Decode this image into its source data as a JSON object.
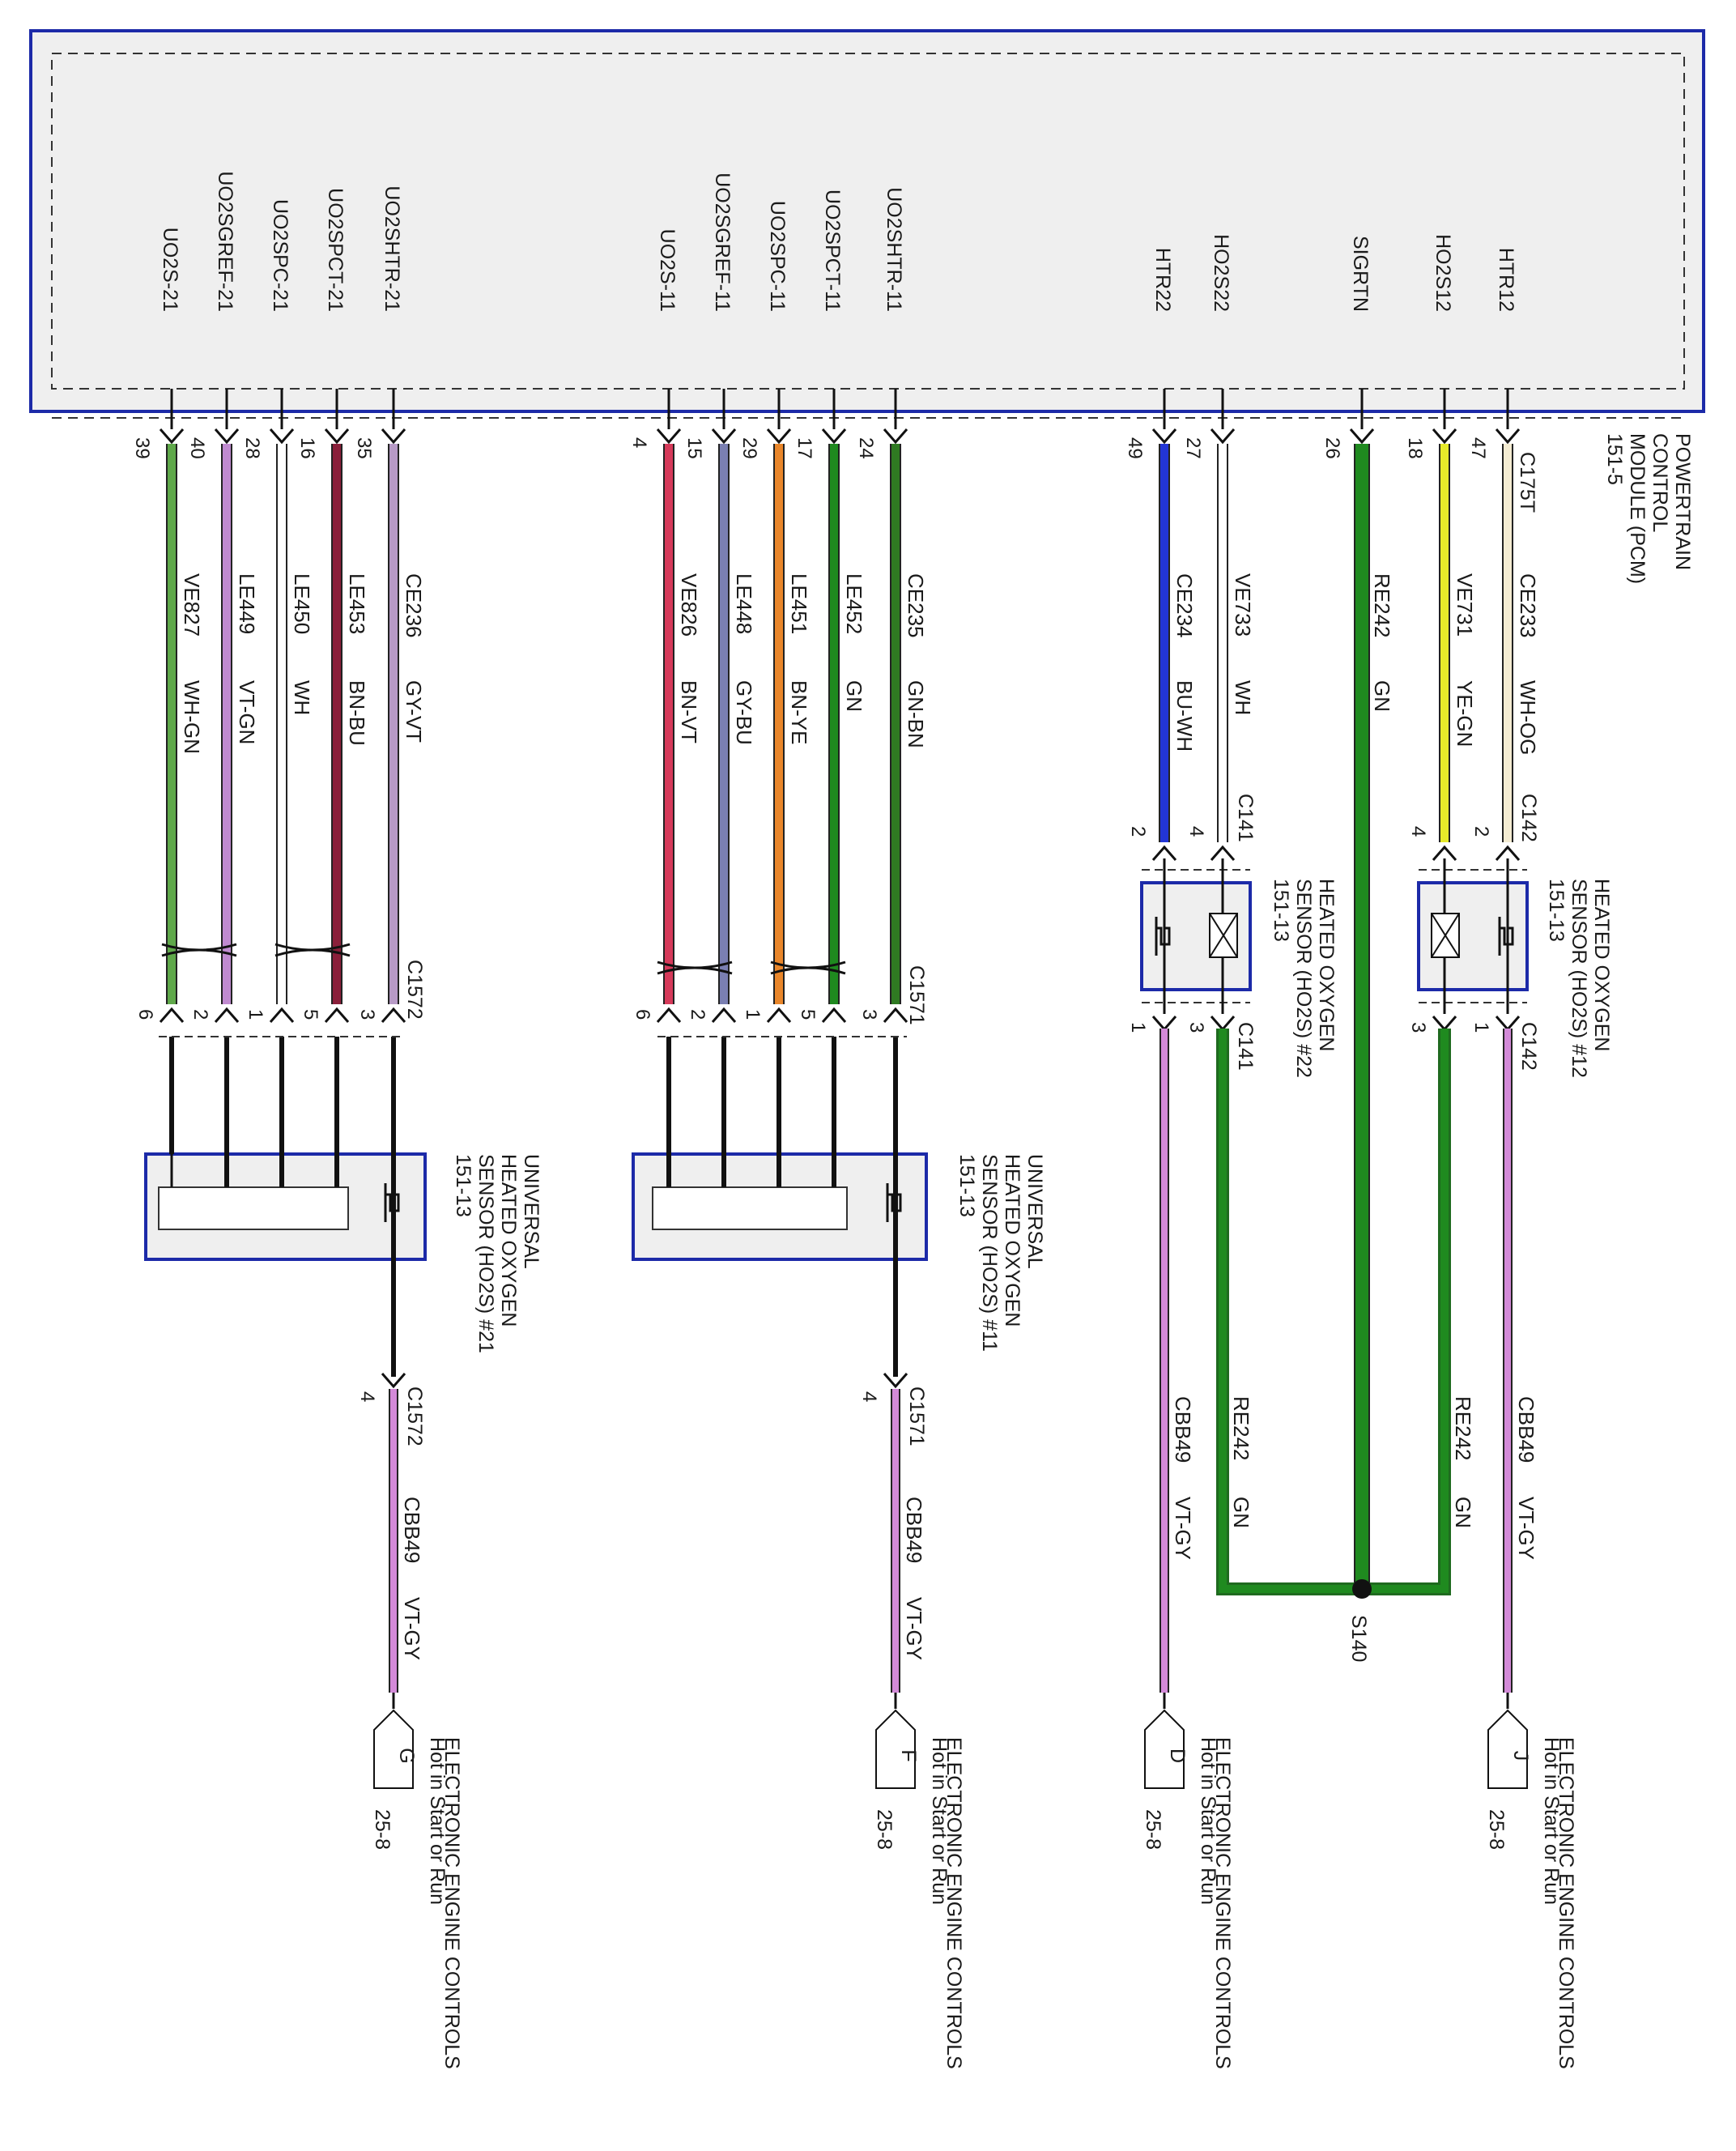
{
  "pcm": {
    "name_lines": [
      "POWERTRAIN",
      "CONTROL",
      "MODULE (PCM)",
      "151-5"
    ],
    "connector": "C175T"
  },
  "pcm_pins": [
    {
      "signal": "UO2S-21",
      "pin": "39"
    },
    {
      "signal": "UO2SGREF-21",
      "pin": "40"
    },
    {
      "signal": "UO2SPC-21",
      "pin": "28"
    },
    {
      "signal": "UO2SPCT-21",
      "pin": "16"
    },
    {
      "signal": "UO2SHTR-21",
      "pin": "35"
    },
    {
      "signal": "UO2S-11",
      "pin": "4"
    },
    {
      "signal": "UO2SGREF-11",
      "pin": "15"
    },
    {
      "signal": "UO2SPC-11",
      "pin": "29"
    },
    {
      "signal": "UO2SPCT-11",
      "pin": "17"
    },
    {
      "signal": "UO2SHTR-11",
      "pin": "24"
    },
    {
      "signal": "HTR22",
      "pin": "49"
    },
    {
      "signal": "HO2S22",
      "pin": "27"
    },
    {
      "signal": "SIGRTN",
      "pin": "26"
    },
    {
      "signal": "HO2S12",
      "pin": "18"
    },
    {
      "signal": "HTR12",
      "pin": "47"
    }
  ],
  "circuits_upper": [
    {
      "circuit": "VE827",
      "color": "WH-GN",
      "hex": "#5fa84a"
    },
    {
      "circuit": "LE449",
      "color": "VT-GN",
      "hex": "#c08ad0"
    },
    {
      "circuit": "LE450",
      "color": "WH",
      "hex": "#ffffff"
    },
    {
      "circuit": "LE453",
      "color": "BN-BU",
      "hex": "#8a1f3a"
    },
    {
      "circuit": "CE236",
      "color": "GY-VT",
      "hex": "#b79ac6"
    },
    {
      "circuit": "VE826",
      "color": "BN-VT",
      "hex": "#d63a5a"
    },
    {
      "circuit": "LE448",
      "color": "GY-BU",
      "hex": "#7a7fb2"
    },
    {
      "circuit": "LE451",
      "color": "BN-YE",
      "hex": "#e9862a"
    },
    {
      "circuit": "LE452",
      "color": "GN",
      "hex": "#1f8a1f"
    },
    {
      "circuit": "CE235",
      "color": "GN-BN",
      "hex": "#2f7a22"
    },
    {
      "circuit": "CE234",
      "color": "BU-WH",
      "hex": "#2235d6"
    },
    {
      "circuit": "VE733",
      "color": "WH",
      "hex": "#ffffff"
    },
    {
      "circuit": "RE242",
      "color": "GN",
      "hex": "#1f8a1f"
    },
    {
      "circuit": "VE731",
      "color": "YE-GN",
      "hex": "#e6ea2a"
    },
    {
      "circuit": "CE233",
      "color": "WH-OG",
      "hex": "#f4ecd2"
    }
  ],
  "connectors": {
    "c1572": {
      "name": "C1572",
      "pins": [
        "6",
        "2",
        "1",
        "5",
        "3"
      ],
      "lower_pin": "4"
    },
    "c1571": {
      "name": "C1571",
      "pins": [
        "6",
        "2",
        "1",
        "5",
        "3"
      ],
      "lower_pin": "4"
    },
    "c141_top": {
      "name": "C141",
      "pins": [
        "2",
        "4"
      ]
    },
    "c141_bottom": {
      "name": "C141",
      "pins": [
        "1",
        "3"
      ]
    },
    "c142_top": {
      "name": "C142",
      "pins": [
        "4",
        "2"
      ]
    },
    "c142_bottom": {
      "name": "C142",
      "pins": [
        "3",
        "1"
      ]
    }
  },
  "sensors": {
    "uhos21": [
      "UNIVERSAL",
      "HEATED OXYGEN",
      "SENSOR (HO2S) #21",
      "151-13"
    ],
    "uhos11": [
      "UNIVERSAL",
      "HEATED OXYGEN",
      "SENSOR (HO2S) #11",
      "151-13"
    ],
    "hos22": [
      "HEATED OXYGEN",
      "SENSOR (HO2S) #22",
      "151-13"
    ],
    "hos12": [
      "HEATED OXYGEN",
      "SENSOR (HO2S) #12",
      "151-13"
    ]
  },
  "lower_wires": {
    "cbb49": {
      "circuit": "CBB49",
      "color": "VT-GY",
      "hex": "#d38ad8"
    },
    "re242": {
      "circuit": "RE242",
      "color": "GN",
      "hex": "#1f8a1f"
    }
  },
  "splice": "S140",
  "power": {
    "g": {
      "letter": "G",
      "ref": "25-8"
    },
    "f": {
      "letter": "F",
      "ref": "25-8"
    },
    "d": {
      "letter": "D",
      "ref": "25-8"
    },
    "j": {
      "letter": "J",
      "ref": "25-8"
    },
    "lines": [
      "Hot in Start or Run",
      "ELECTRONIC ENGINE CONTROLS"
    ]
  }
}
